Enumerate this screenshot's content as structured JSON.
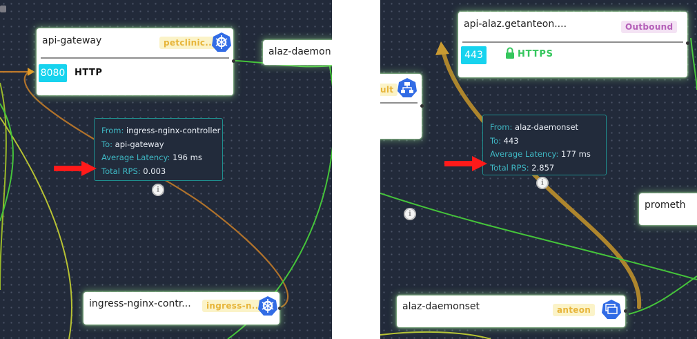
{
  "left": {
    "nodes": {
      "api_gateway": {
        "title": "api-gateway",
        "namespace": "petclinic...",
        "port": "8080",
        "protocol": "HTTP"
      },
      "alaz_partial": {
        "title": "alaz-daemon"
      },
      "ingress": {
        "title": "ingress-nginx-contr...",
        "namespace": "ingress-n..."
      }
    },
    "tooltip": {
      "from_label": "From: ",
      "from_value": "ingress-nginx-controller",
      "to_label": "To: ",
      "to_value": "api-gateway",
      "latency_label": "Average Latency: ",
      "latency_value": "196 ms",
      "rps_label": "Total RPS: ",
      "rps_value": "0.003"
    },
    "info_glyph": "i"
  },
  "right": {
    "nodes": {
      "api_alaz": {
        "title": "api-alaz.getanteon....",
        "direction": "Outbound",
        "port": "443",
        "protocol": "HTTPS"
      },
      "vault_partial": {
        "namespace_fragment": "ult"
      },
      "prometheus_partial": {
        "title": "prometh"
      },
      "alaz_daemonset": {
        "title": "alaz-daemonset",
        "namespace": "anteon"
      }
    },
    "tooltip": {
      "from_label": "From: ",
      "from_value": "alaz-daemonset",
      "to_label": "To: ",
      "to_value": "443",
      "latency_label": "Average Latency: ",
      "latency_value": "177 ms",
      "rps_label": "Total RPS: ",
      "rps_value": "2.857"
    },
    "info_glyph": "i"
  },
  "colors": {
    "canvas_bg": "#222a3a",
    "edge_orange": "#c07a2a",
    "edge_green": "#45c43a",
    "edge_gold": "#b58a2c",
    "port_chip": "#17d3ee",
    "https_green": "#35c65d",
    "arrow_red": "#ff1a1a"
  },
  "icons": {
    "k8s": "kubernetes-service-icon",
    "lock": "lock-icon",
    "info": "info-icon",
    "pointer": "red-arrow-icon"
  }
}
